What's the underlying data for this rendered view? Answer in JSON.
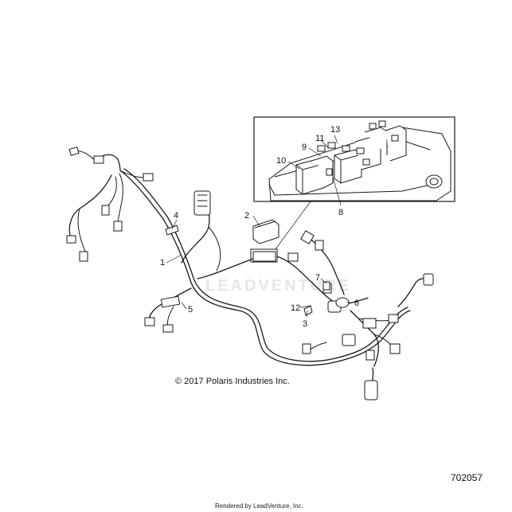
{
  "diagram": {
    "callouts": [
      "1",
      "2",
      "3",
      "4",
      "5",
      "6",
      "7",
      "8",
      "9",
      "10",
      "11",
      "12",
      "13"
    ],
    "copyright": "© 2017 Polaris Industries Inc.",
    "document_number": "702057",
    "credit": "Rendered by LeadVenture, Inc.",
    "watermark": "LEADVENTURE"
  }
}
